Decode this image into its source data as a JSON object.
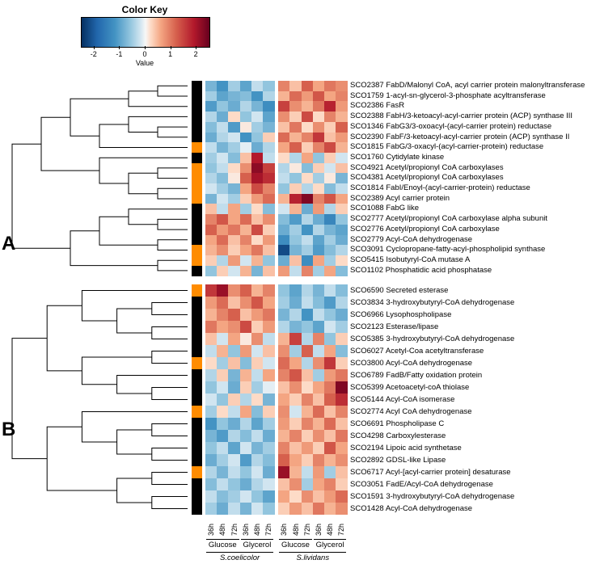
{
  "chart_data": {
    "type": "heatmap",
    "layout": {
      "legend_position": "top-left",
      "row_dendrograms": true,
      "grid": false
    },
    "color_scale": {
      "title": "Color Key",
      "label": "Value",
      "min": -2.5,
      "max": 2.5,
      "ticks": [
        -2,
        -1,
        0,
        1,
        2
      ],
      "stops": [
        {
          "v": -2.5,
          "color": "#053061"
        },
        {
          "v": -1.9,
          "color": "#2166ac"
        },
        {
          "v": -1.2,
          "color": "#4393c3"
        },
        {
          "v": -0.6,
          "color": "#92c5de"
        },
        {
          "v": -0.2,
          "color": "#d1e5f0"
        },
        {
          "v": 0.0,
          "color": "#f7f7f7"
        },
        {
          "v": 0.2,
          "color": "#fddbc7"
        },
        {
          "v": 0.6,
          "color": "#f4a582"
        },
        {
          "v": 1.2,
          "color": "#d6604d"
        },
        {
          "v": 1.9,
          "color": "#b2182b"
        },
        {
          "v": 2.5,
          "color": "#67001f"
        }
      ]
    },
    "side_colors": {
      "black": "#000000",
      "orange": "#ff8c00"
    },
    "columns": {
      "time_labels": [
        "36h",
        "48h",
        "72h",
        "36h",
        "48h",
        "72h",
        "36h",
        "48h",
        "72h",
        "36h",
        "48h",
        "72h"
      ],
      "condition_groups": [
        {
          "label": "Glucose"
        },
        {
          "label": "Glycerol"
        },
        {
          "label": "Glucose"
        },
        {
          "label": "Glycerol"
        }
      ],
      "species_groups": [
        {
          "label": "S.coelicolor"
        },
        {
          "label": "S.lividans"
        }
      ]
    },
    "panels": [
      {
        "label": "A",
        "dendrogram": [
          [
            [
              [
                [
                  0,
                  1
                ],
                2
              ],
              [
                [
                  3,
                  [
                    4,
                    5
                  ]
                ],
                6
              ]
            ],
            [
              7,
              [
                [
                  8,
                  9
                ],
                [
                  10,
                  11
                ]
              ]
            ]
          ],
          [
            [
              [
                12,
                [
                  13,
                  14
                ]
              ],
              [
                15,
                16
              ]
            ],
            [
              17,
              18
            ]
          ]
        ],
        "rows": [
          {
            "label": "SCO2387 FabD/Malonyl CoA, acyl carrier protein malonyltransferase",
            "side": "black",
            "values": [
              -0.8,
              -1.2,
              -0.5,
              -1.0,
              -0.3,
              -0.6,
              0.9,
              0.4,
              1.2,
              0.6,
              1.0,
              0.8
            ]
          },
          {
            "label": "SCO1759 1-acyl-sn-glycerol-3-phosphate acyltransferase",
            "side": "black",
            "values": [
              -0.5,
              -1.0,
              -0.8,
              -0.7,
              -1.2,
              -0.4,
              0.5,
              1.1,
              0.7,
              1.3,
              0.6,
              0.9
            ]
          },
          {
            "label": "SCO2386 FasR",
            "side": "black",
            "values": [
              -1.1,
              -0.6,
              -0.9,
              -0.4,
              -0.8,
              -1.3,
              1.5,
              0.8,
              0.5,
              1.0,
              1.8,
              0.7
            ]
          },
          {
            "label": "SCO2388 FabH/3-ketoacyl-acyl-carrier protein (ACP) synthase III",
            "side": "black",
            "values": [
              -0.4,
              -0.9,
              0.2,
              -0.6,
              -0.2,
              -1.0,
              0.8,
              0.3,
              1.4,
              0.2,
              0.9,
              0.5
            ]
          },
          {
            "label": "SCO1346 FabG3/3-oxoacyl-(acyl-carrier protein) reductase",
            "side": "black",
            "values": [
              -0.7,
              -0.3,
              -1.1,
              0.1,
              -0.5,
              -0.8,
              0.4,
              1.0,
              0.2,
              0.8,
              0.3,
              1.2
            ]
          },
          {
            "label": "SCO2390 FabF/3-ketoacyl-acyl-carrier protein (ACP) synthase II",
            "side": "black",
            "values": [
              -0.9,
              -0.4,
              -0.2,
              -1.2,
              -0.6,
              0.3,
              1.1,
              0.5,
              0.9,
              1.6,
              0.4,
              0.7
            ]
          },
          {
            "label": "SCO1815 FabG/3-oxacyl-(acyl-carrier-protein) reductase",
            "side": "orange",
            "values": [
              -0.3,
              -0.8,
              -0.5,
              -0.1,
              -0.9,
              -0.4,
              0.6,
              1.2,
              0.3,
              0.9,
              1.4,
              0.5
            ]
          },
          {
            "label": "SCO1760 Cytidylate kinase",
            "side": "black",
            "values": [
              -0.5,
              -0.2,
              -0.7,
              0.4,
              1.9,
              -0.3,
              0.2,
              -0.4,
              0.6,
              -0.6,
              0.3,
              -0.2
            ]
          },
          {
            "label": "SCO4921 Acetyl/propionyl CoA carboxylases",
            "side": "orange",
            "values": [
              -0.6,
              -0.3,
              0.2,
              0.8,
              2.2,
              1.5,
              -0.4,
              0.1,
              -0.7,
              0.3,
              -0.2,
              0.4
            ]
          },
          {
            "label": "SCO4381 Acetyl/propionyl CoA carboxylases",
            "side": "orange",
            "values": [
              -0.4,
              -0.7,
              0.1,
              1.2,
              2.0,
              1.7,
              -0.3,
              -0.6,
              0.2,
              -0.5,
              0.1,
              -0.8
            ]
          },
          {
            "label": "SCO1814 FabI/Enoyl-(acyl-carrier-protein) reductase",
            "side": "orange",
            "values": [
              -0.2,
              -0.5,
              -0.8,
              0.6,
              1.4,
              0.9,
              -0.6,
              0.3,
              -0.4,
              0.2,
              -0.7,
              -0.3
            ]
          },
          {
            "label": "SCO2389 Acyl carrier protein",
            "side": "orange",
            "values": [
              -0.8,
              -0.2,
              -0.5,
              0.3,
              0.7,
              1.1,
              0.5,
              1.8,
              2.3,
              0.9,
              1.3,
              0.6
            ]
          },
          {
            "label": "SCO1088 FabG like",
            "side": "black",
            "values": [
              0.4,
              -0.3,
              0.6,
              -0.5,
              0.2,
              -0.7,
              -0.2,
              0.5,
              -0.9,
              0.7,
              -0.4,
              0.3
            ]
          },
          {
            "label": "SCO2777 Acetyl/propionyl CoA carboxylase alpha subunit",
            "side": "black",
            "values": [
              0.9,
              1.3,
              0.6,
              1.1,
              0.4,
              0.8,
              -0.7,
              -1.1,
              -0.4,
              -0.9,
              -1.4,
              -0.6
            ]
          },
          {
            "label": "SCO2776 Acetyl/propionyl CoA carboxylase",
            "side": "black",
            "values": [
              1.2,
              0.7,
              1.0,
              0.5,
              1.4,
              0.3,
              -0.9,
              -0.5,
              -1.2,
              -0.4,
              -0.8,
              -1.0
            ]
          },
          {
            "label": "SCO2779 Acyl-CoA dehydrogenase",
            "side": "black",
            "values": [
              0.6,
              1.1,
              0.4,
              0.9,
              0.2,
              0.7,
              -1.3,
              -0.6,
              -0.3,
              -1.0,
              -0.5,
              -0.9
            ]
          },
          {
            "label": "SCO3091 Cyclopropane-fatty-acyl-phospholipid synthase",
            "side": "orange",
            "values": [
              0.5,
              0.8,
              0.3,
              0.6,
              1.0,
              0.4,
              -2.2,
              -0.8,
              -0.5,
              -1.1,
              -0.7,
              -0.4
            ]
          },
          {
            "label": "SCO5415 Isobutyryl-CoA mutase A",
            "side": "orange",
            "values": [
              0.3,
              -0.4,
              0.7,
              -0.2,
              0.5,
              -0.6,
              -0.9,
              0.4,
              -1.3,
              0.6,
              -0.5,
              0.2
            ]
          },
          {
            "label": "SCO1102 Phosphatidic acid phosphatase",
            "side": "black",
            "values": [
              -0.6,
              0.3,
              -0.2,
              0.5,
              -0.8,
              0.4,
              0.7,
              -0.3,
              0.9,
              -0.5,
              0.6,
              -0.7
            ]
          }
        ]
      },
      {
        "label": "B",
        "dendrogram": [
          [
            [
              0,
              [
                [
                  1,
                  2
                ],
                [
                  3,
                  4
                ]
              ]
            ],
            [
              [
                5,
                6
              ],
              [
                7,
                [
                  8,
                  9
                ]
              ]
            ]
          ],
          [
            [
              10,
              [
                [
                  11,
                  12
                ],
                [
                  13,
                  14
                ]
              ]
            ],
            [
              [
                15,
                16
              ],
              [
                17,
                18
              ]
            ]
          ]
        ],
        "rows": [
          {
            "label": "SCO6590 Secreted esterase",
            "side": "orange",
            "values": [
              1.6,
              2.1,
              0.8,
              1.2,
              0.5,
              0.9,
              -0.6,
              -1.0,
              -0.4,
              -0.8,
              -0.3,
              -0.7
            ]
          },
          {
            "label": "SCO3834 3-hydroxybutyryl-CoA dehydrogenase",
            "side": "black",
            "values": [
              0.7,
              1.1,
              0.4,
              0.8,
              1.3,
              0.6,
              -0.5,
              -0.9,
              -0.3,
              -0.7,
              -1.1,
              -0.4
            ]
          },
          {
            "label": "SCO6966 Lysophospholipase",
            "side": "black",
            "values": [
              0.5,
              0.9,
              1.2,
              0.4,
              0.7,
              1.0,
              -0.8,
              -0.4,
              -1.2,
              -0.3,
              -0.6,
              -0.9
            ]
          },
          {
            "label": "SCO2123 Esterase/lipase",
            "side": "black",
            "values": [
              1.0,
              0.6,
              0.8,
              1.4,
              0.3,
              0.7,
              -0.4,
              -0.8,
              -0.6,
              -1.0,
              -0.2,
              -0.5
            ]
          },
          {
            "label": "SCO5385 3-hydroxybutyryl-CoA dehydrogenase",
            "side": "black",
            "values": [
              0.4,
              -0.2,
              0.6,
              0.1,
              0.8,
              -0.3,
              0.5,
              1.5,
              -0.4,
              0.9,
              -0.6,
              0.3
            ]
          },
          {
            "label": "SCO6027 Acetyl-Coa acetyltransferase",
            "side": "black",
            "values": [
              -0.3,
              0.5,
              -0.6,
              0.7,
              -0.2,
              0.4,
              0.8,
              -0.5,
              1.2,
              -0.3,
              0.6,
              -0.7
            ]
          },
          {
            "label": "SCO3800 Acyl-CoA dehydrogenase",
            "side": "orange",
            "values": [
              0.2,
              -0.5,
              0.4,
              -0.7,
              0.3,
              -0.2,
              1.1,
              0.6,
              -0.4,
              0.8,
              1.6,
              0.3
            ]
          },
          {
            "label": "SCO6789 FadB/Fatty oxidation protein",
            "side": "black",
            "values": [
              -0.4,
              0.3,
              -0.8,
              0.5,
              -0.3,
              0.6,
              0.9,
              1.3,
              0.4,
              -0.5,
              0.7,
              1.0
            ]
          },
          {
            "label": "SCO5399 Acetoacetyl-coA thiolase",
            "side": "black",
            "values": [
              -0.6,
              -0.2,
              -0.9,
              0.3,
              -0.5,
              -0.1,
              0.4,
              0.8,
              0.2,
              0.6,
              1.0,
              2.3
            ]
          },
          {
            "label": "SCO5144 Acyl-CoA isomerase",
            "side": "black",
            "values": [
              -0.2,
              -0.6,
              0.3,
              -0.4,
              0.2,
              -0.8,
              0.6,
              0.3,
              0.9,
              0.4,
              1.2,
              1.7
            ]
          },
          {
            "label": "SCO2774 Acyl CoA dehydrogenase",
            "side": "orange",
            "values": [
              -0.5,
              0.2,
              -0.3,
              0.6,
              -0.7,
              0.3,
              0.8,
              -0.2,
              0.5,
              1.1,
              0.4,
              0.9
            ]
          },
          {
            "label": "SCO6691 Phospholipase C",
            "side": "black",
            "values": [
              -1.2,
              -0.6,
              -0.9,
              -0.4,
              -1.0,
              -0.5,
              0.7,
              0.3,
              0.9,
              0.5,
              1.1,
              0.4
            ]
          },
          {
            "label": "SCO4298 Carboxylesterase",
            "side": "black",
            "values": [
              -0.8,
              -1.1,
              -0.4,
              -0.7,
              -0.3,
              -0.9,
              0.5,
              0.9,
              0.3,
              0.8,
              0.4,
              1.0
            ]
          },
          {
            "label": "SCO2194 Lipoic acid synthetase",
            "side": "black",
            "values": [
              -0.6,
              -0.3,
              -1.0,
              -0.2,
              -0.8,
              -0.5,
              0.9,
              0.4,
              0.7,
              0.3,
              1.3,
              0.6
            ]
          },
          {
            "label": "SCO2892 GDSL-like Lipase",
            "side": "black",
            "values": [
              -0.9,
              -0.5,
              -0.2,
              -1.1,
              -0.4,
              -0.7,
              1.2,
              0.6,
              0.3,
              0.9,
              0.5,
              0.8
            ]
          },
          {
            "label": "SCO6717 Acyl-[acyl-carrier protein] desaturase",
            "side": "orange",
            "values": [
              -0.4,
              -0.8,
              -0.3,
              -0.6,
              -0.2,
              -0.9,
              2.1,
              0.5,
              -0.3,
              0.7,
              -0.5,
              0.4
            ]
          },
          {
            "label": "SCO3051 FadE/Acyl-CoA dehydrogenase",
            "side": "black",
            "values": [
              -0.7,
              -0.3,
              -0.6,
              -0.9,
              -0.4,
              -0.2,
              0.4,
              0.8,
              -0.5,
              0.6,
              0.9,
              0.3
            ]
          },
          {
            "label": "SCO1591 3-hydroxybutyryl-CoA dehydrogenase",
            "side": "black",
            "values": [
              -0.3,
              -0.7,
              -0.5,
              -0.2,
              -0.6,
              -1.0,
              0.6,
              0.2,
              0.8,
              0.4,
              0.7,
              1.1
            ]
          },
          {
            "label": "SCO1428 Acyl-CoA dehydrogenase",
            "side": "black",
            "values": [
              -0.5,
              -0.9,
              -0.3,
              -0.8,
              -0.2,
              -0.6,
              0.3,
              0.7,
              0.4,
              1.0,
              0.5,
              0.8
            ]
          }
        ]
      }
    ]
  }
}
